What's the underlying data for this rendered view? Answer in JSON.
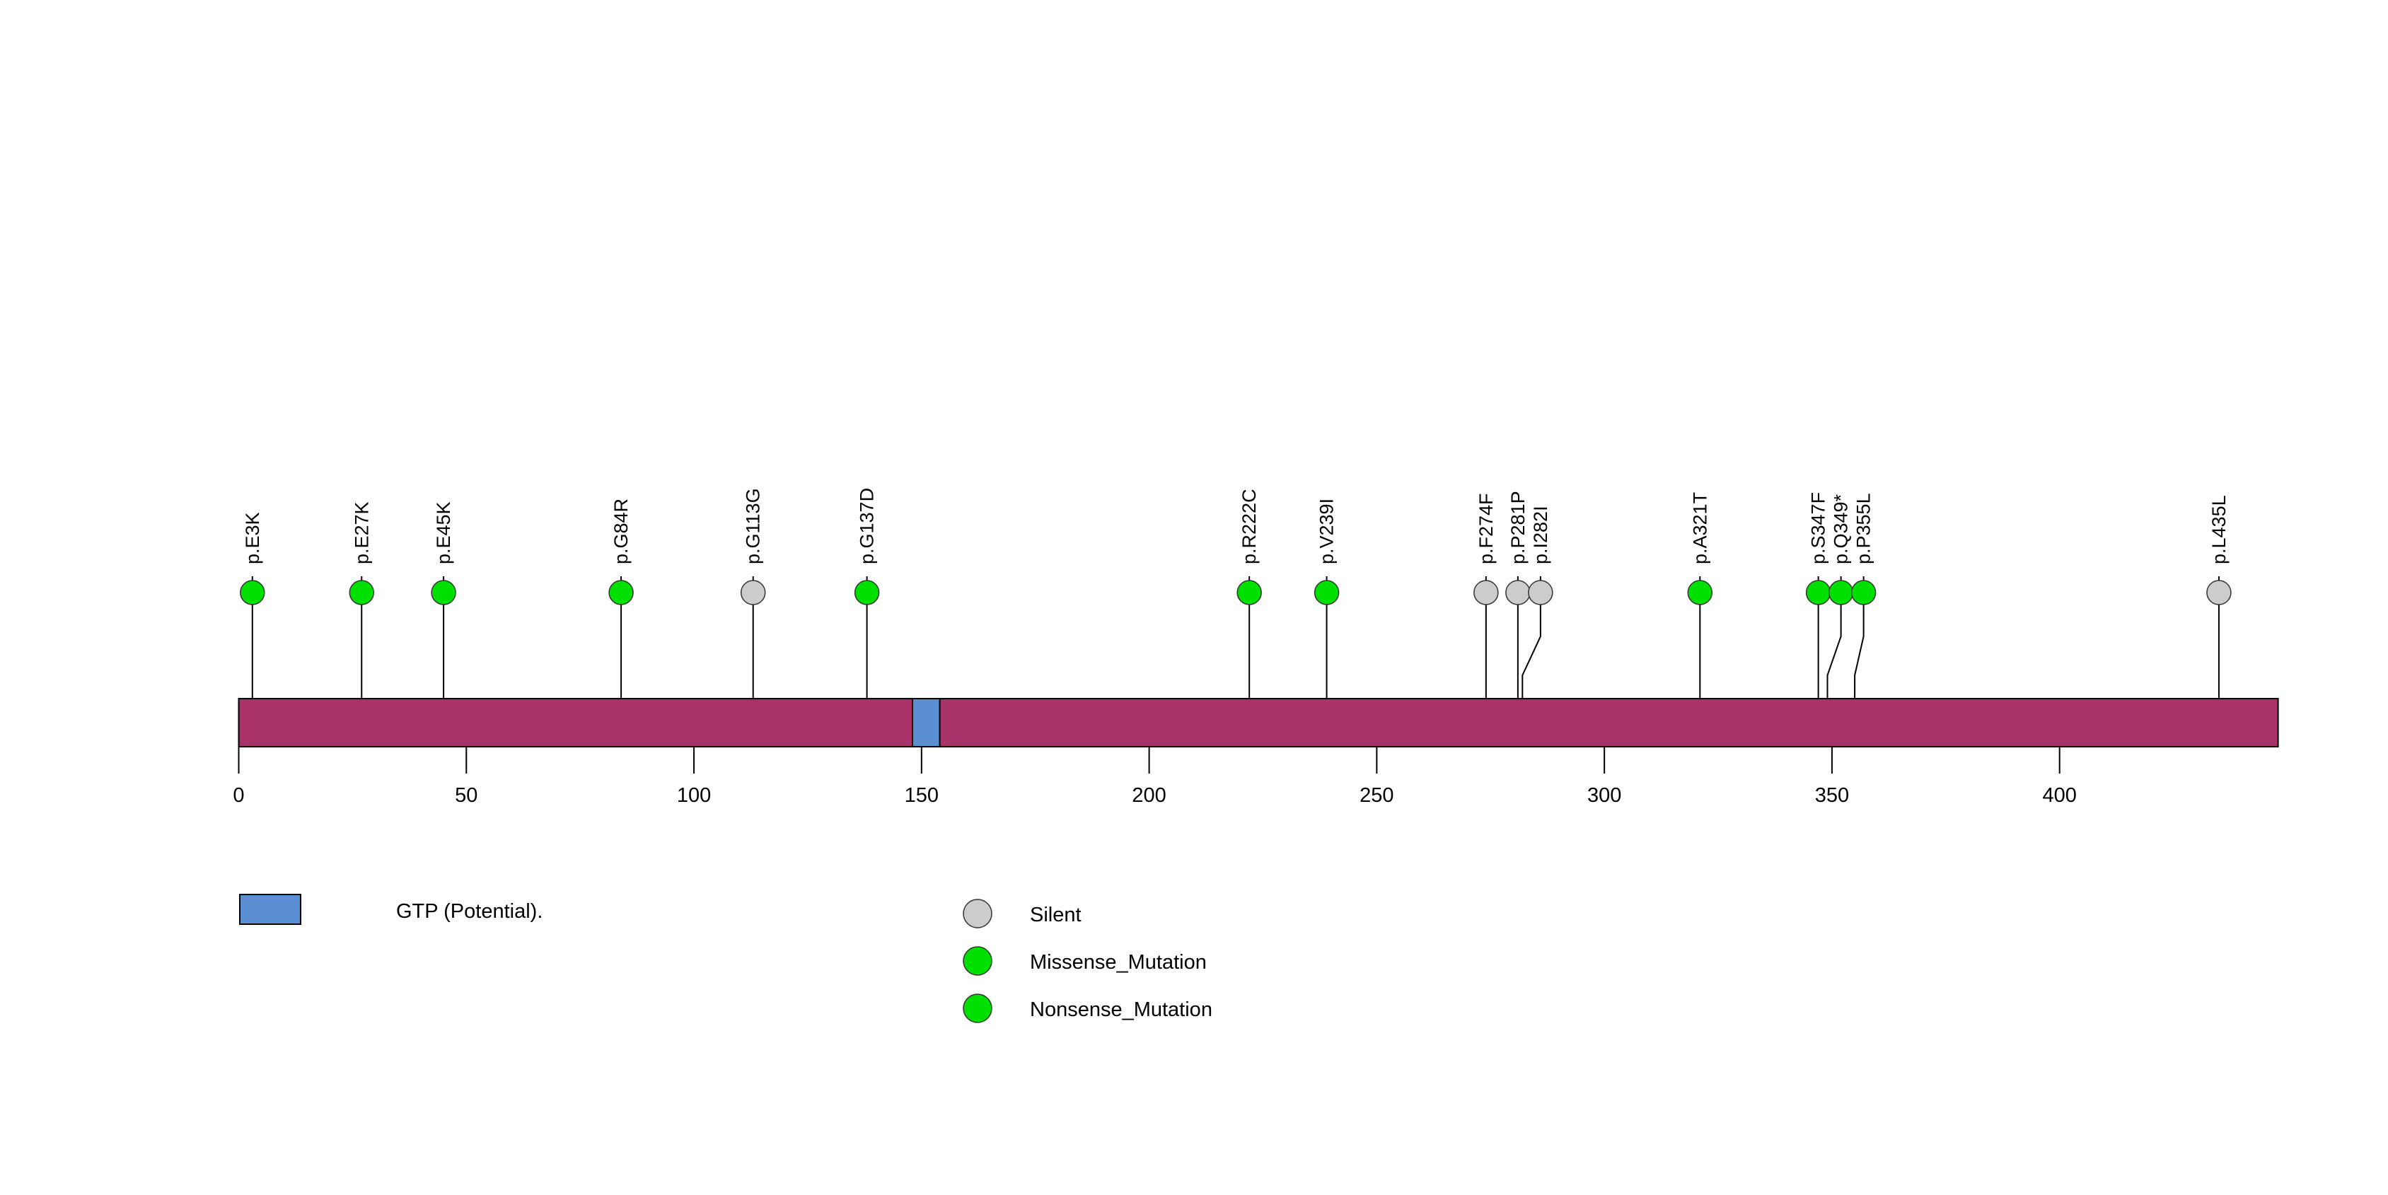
{
  "chart_data": {
    "type": "lollipop",
    "title": "",
    "xlabel": "",
    "ylabel": "",
    "xlim": [
      0,
      448
    ],
    "axis_ticks": [
      0,
      50,
      100,
      150,
      200,
      250,
      300,
      350,
      400
    ],
    "protein_bar": {
      "name": "protein-backbone",
      "start": 0,
      "end": 448,
      "color": "#A93368",
      "border_color": "#000000"
    },
    "domains": [
      {
        "name": "GTP (Potential).",
        "start": 148,
        "end": 154,
        "color": "#5B8FD4",
        "border_color": "#000000"
      }
    ],
    "mutations": [
      {
        "label": "p.E3K",
        "position": 3,
        "type": "Missense_Mutation",
        "color": "#00E000",
        "count": 1
      },
      {
        "label": "p.E27K",
        "position": 27,
        "type": "Missense_Mutation",
        "color": "#00E000",
        "count": 1
      },
      {
        "label": "p.E45K",
        "position": 45,
        "type": "Missense_Mutation",
        "color": "#00E000",
        "count": 1
      },
      {
        "label": "p.G84R",
        "position": 84,
        "type": "Missense_Mutation",
        "color": "#00E000",
        "count": 1
      },
      {
        "label": "p.G113G",
        "position": 113,
        "type": "Silent",
        "color": "#CCCCCC",
        "count": 1
      },
      {
        "label": "p.G137D",
        "position": 138,
        "type": "Missense_Mutation",
        "color": "#00E000",
        "count": 1
      },
      {
        "label": "p.R222C",
        "position": 222,
        "type": "Missense_Mutation",
        "color": "#00E000",
        "count": 1
      },
      {
        "label": "p.V239I",
        "position": 239,
        "type": "Missense_Mutation",
        "color": "#00E000",
        "count": 1
      },
      {
        "label": "p.F274F",
        "position": 274,
        "type": "Silent",
        "color": "#CCCCCC",
        "count": 1
      },
      {
        "label": "p.P281P",
        "position": 281,
        "type": "Silent",
        "color": "#CCCCCC",
        "count": 1
      },
      {
        "label": "p.I282I",
        "position": 282,
        "type": "Silent",
        "color": "#CCCCCC",
        "count": 1
      },
      {
        "label": "p.A321T",
        "position": 321,
        "type": "Missense_Mutation",
        "color": "#00E000",
        "count": 1
      },
      {
        "label": "p.S347F",
        "position": 347,
        "type": "Missense_Mutation",
        "color": "#00E000",
        "count": 1
      },
      {
        "label": "p.Q349*",
        "position": 349,
        "type": "Nonsense_Mutation",
        "color": "#00E000",
        "count": 1
      },
      {
        "label": "p.P355L",
        "position": 355,
        "type": "Missense_Mutation",
        "color": "#00E000",
        "count": 1
      },
      {
        "label": "p.L435L",
        "position": 435,
        "type": "Silent",
        "color": "#CCCCCC",
        "count": 1
      }
    ],
    "legend": {
      "domain_legend": [
        {
          "label": "GTP (Potential).",
          "color": "#5B8FD4",
          "shape": "rect"
        }
      ],
      "mutation_legend": [
        {
          "label": "Silent",
          "color": "#CCCCCC",
          "shape": "circle"
        },
        {
          "label": "Missense_Mutation",
          "color": "#00E000",
          "shape": "circle"
        },
        {
          "label": "Nonsense_Mutation",
          "color": "#00E000",
          "shape": "circle"
        }
      ]
    }
  }
}
